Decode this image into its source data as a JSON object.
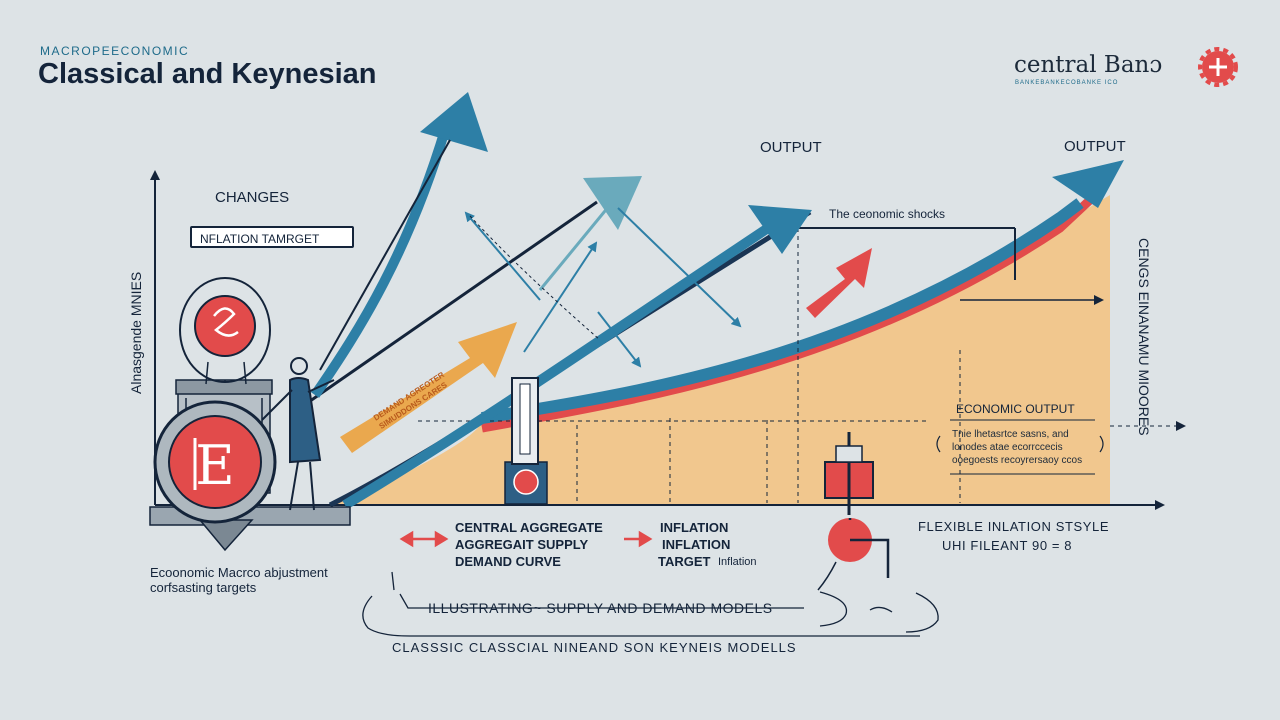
{
  "header": {
    "supertitle": "MACROPEECONOMIC",
    "title": "Classical and Keynesian"
  },
  "logo": {
    "name": "central  Banɔ",
    "subtitle": "BANKEBANKECOBANKE ICO"
  },
  "labels": {
    "changes": "CHANGES",
    "inflation_target_box": "NFLATION TAMRGET",
    "output_left": "OUTPUT",
    "output_right": "OUTPUT",
    "economic_shocks": "The ceonomic shocks",
    "economic_output": "ECONOMIC OUTPUT",
    "note_line1": "Tnie lhetasrtce sasns, and",
    "note_line2": "lonodes atae ecorrccecis",
    "note_line3": "ooegoests recoyrersaoy ccos",
    "orange_arrow_text": "DEMAND AGREOTER SIMUDDONS CARES",
    "left_axis": "Alnasgende  MNIES",
    "right_axis": "CENGS EINANAMU MIOORES"
  },
  "legend": {
    "item1_line1": "CENTRAL AGGREGATE",
    "item1_line2": "AGGREGAIT SUPPLY",
    "item1_line3": "DEMAND CURVE",
    "item2_line1": "INFLATION",
    "item2_line2": "INFLATION",
    "item2_line3": "TARGET",
    "item2_suffix": "Inflation",
    "flexible_line1": "FLEXIBLE INLATION STSYLE",
    "flexible_line2": "UHI FILEANT 90 = 8"
  },
  "caption": {
    "left_line1": "Ecoonomic  Macrco abjustment",
    "left_line2": "corfsasting targets",
    "main": "ILLUSTRATING~ SUPPLY AND DEMAND MODELS",
    "bottom": "CLASSSIC CLASSCIAL NINEAND SON KEYNEIS MODELLS"
  },
  "icons": {
    "logo": "red-gear-icon",
    "balloon": "red-balloon-icon",
    "medallion": "red-letter-e-badge-icon",
    "person": "person-figure-icon",
    "thermometer": "thermometer-icon",
    "meter": "gauge-meter-icon"
  },
  "colors": {
    "navy": "#14243a",
    "teal": "#2d7fa6",
    "light_teal": "#6aaabc",
    "red": "#e24b4b",
    "orange": "#eaa84e",
    "sand": "#f1c78e",
    "background": "#dde3e6"
  }
}
